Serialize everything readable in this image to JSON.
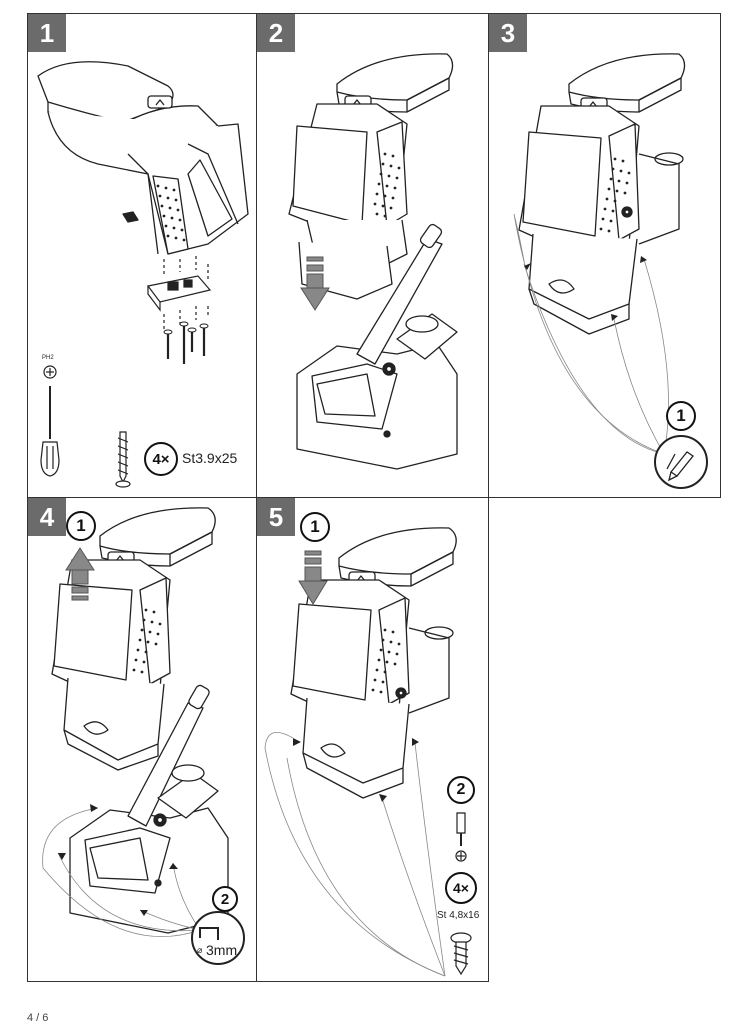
{
  "steps": [
    {
      "number": "1",
      "tool_label": "PH2",
      "quantity": "4×",
      "screw_spec": "St3.9x25"
    },
    {
      "number": "2"
    },
    {
      "number": "3",
      "sub_step": "1"
    },
    {
      "number": "4",
      "sub_steps": [
        "1",
        "2"
      ],
      "drill_spec": "3mm",
      "diameter_symbol": "⌀"
    },
    {
      "number": "5",
      "sub_steps": [
        "1",
        "2"
      ],
      "quantity": "4×",
      "screw_spec": "St 4,8x16"
    }
  ],
  "page_indicator": "4 / 6"
}
